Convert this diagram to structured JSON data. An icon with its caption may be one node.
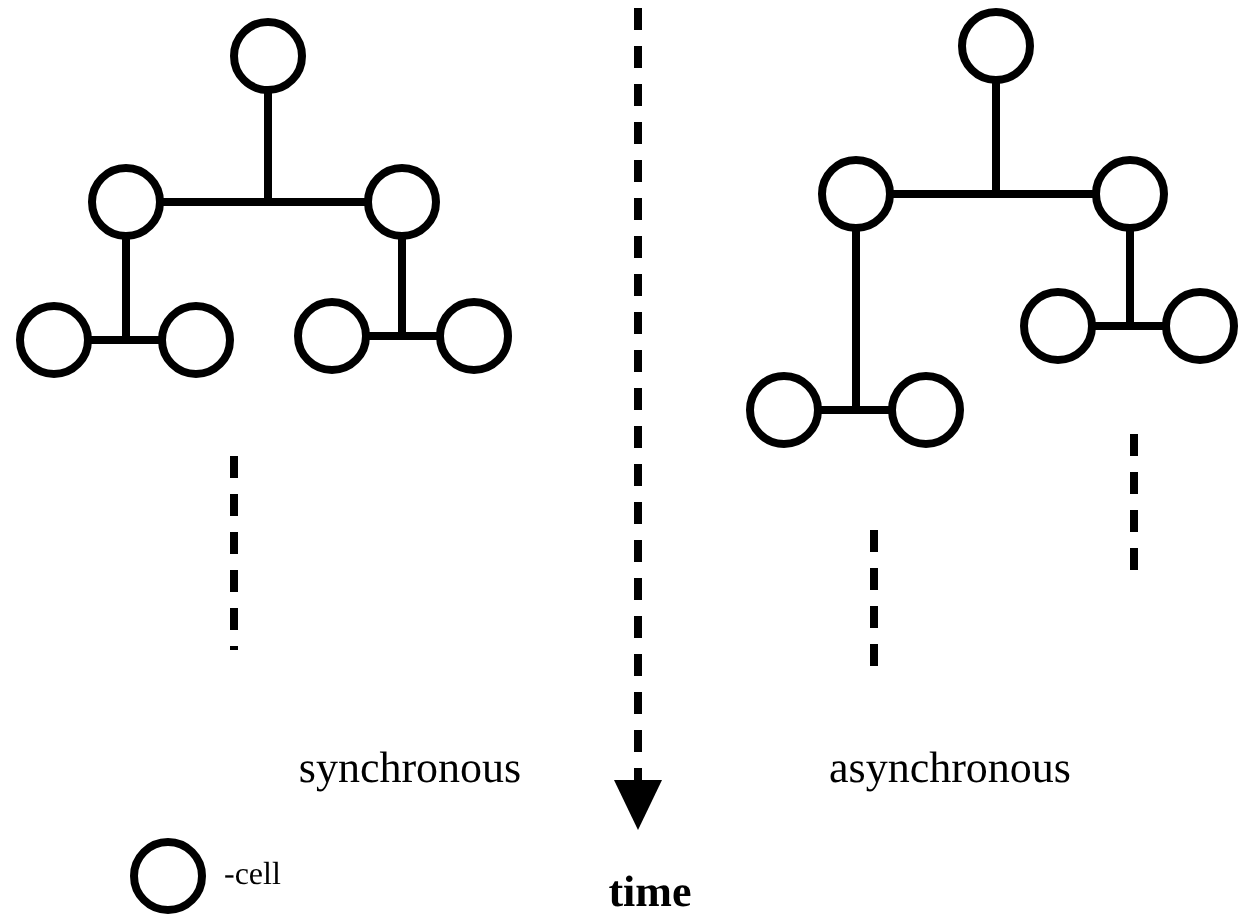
{
  "diagram": {
    "nodes": [
      {
        "text": [],
        "shape": "circle"
      },
      {
        "text": [],
        "shape": "circle"
      },
      {
        "text": [],
        "shape": "circle"
      },
      {
        "text": [],
        "shape": "circle"
      },
      {
        "text": [],
        "shape": "circle"
      },
      {
        "text": [],
        "shape": "circle"
      },
      {
        "text": [],
        "shape": "circle"
      },
      {
        "text": [],
        "shape": "circle"
      },
      {
        "text": [],
        "shape": "circle"
      },
      {
        "text": [],
        "shape": "circle"
      },
      {
        "text": [],
        "shape": "circle"
      },
      {
        "text": [],
        "shape": "circle"
      },
      {
        "text": [],
        "shape": "circle"
      },
      {
        "text": [],
        "shape": "circle"
      }
    ],
    "edges": [
      {
        "from": 0,
        "to": 1,
        "arrow": "none"
      },
      {
        "from": 0,
        "to": 2,
        "arrow": "none"
      },
      {
        "from": 1,
        "to": 3,
        "arrow": "none"
      },
      {
        "from": 1,
        "to": 4,
        "arrow": "none"
      },
      {
        "from": 2,
        "to": 5,
        "arrow": "none"
      },
      {
        "from": 2,
        "to": 6,
        "arrow": "none"
      },
      {
        "from": 7,
        "to": 8,
        "arrow": "none"
      },
      {
        "from": 7,
        "to": 9,
        "arrow": "none"
      },
      {
        "from": 8,
        "to": 10,
        "arrow": "none"
      },
      {
        "from": 8,
        "to": 11,
        "arrow": "none"
      },
      {
        "from": 9,
        "to": 12,
        "arrow": "none"
      },
      {
        "from": 9,
        "to": 13,
        "arrow": "none"
      }
    ],
    "labels": [
      "synchronous",
      "asynchronous",
      "time"
    ],
    "legend": [
      {
        "text": "-cell"
      }
    ]
  }
}
